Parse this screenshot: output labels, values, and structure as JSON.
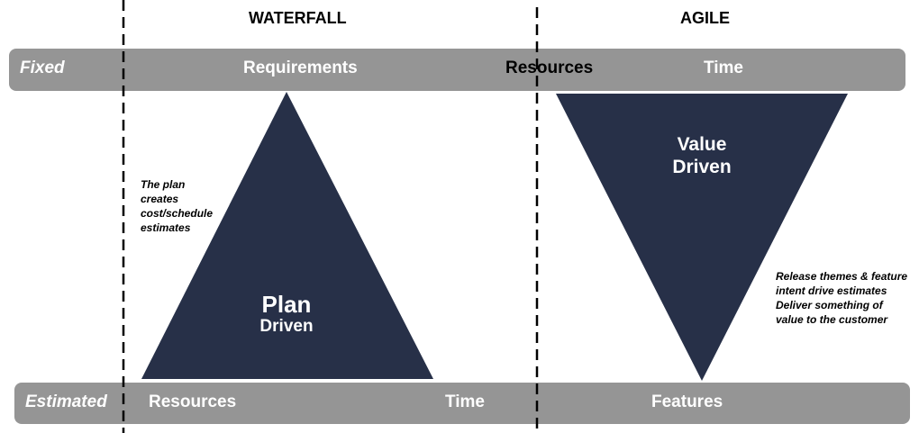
{
  "headers": {
    "waterfall": "WATERFALL",
    "agile": "AGILE"
  },
  "fixed_bar": {
    "label": "Fixed",
    "requirements": "Requirements",
    "resources": "Resources",
    "time": "Time"
  },
  "estimated_bar": {
    "label": "Estimated",
    "resources": "Resources",
    "time": "Time",
    "features": "Features"
  },
  "waterfall_triangle": {
    "line1": "Plan",
    "line2": "Driven"
  },
  "agile_triangle": {
    "line1": "Value",
    "line2": "Driven"
  },
  "notes": {
    "waterfall": "The plan creates cost/schedule estimates",
    "agile_1": "Release themes & feature intent  drive estimates",
    "agile_2": "Deliver  something of value to the customer"
  },
  "colors": {
    "bar": "#959595",
    "triangle": "#273048"
  }
}
